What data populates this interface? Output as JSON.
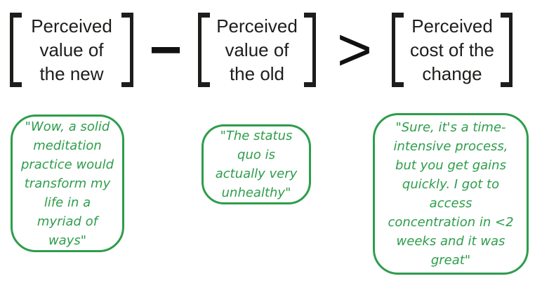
{
  "equation": {
    "terms": [
      {
        "text": "Perceived\nvalue of\nthe new"
      },
      {
        "text": "Perceived\nvalue of\nthe old"
      },
      {
        "text": "Perceived\ncost of the\nchange"
      }
    ],
    "minus_operator": "−",
    "greater_than_operator": ">"
  },
  "quotes": [
    {
      "text": "\"Wow, a solid\nmeditation\npractice would\ntransform my\nlife in a\nmyriad of\nways\""
    },
    {
      "text": "\"The status\nquo is\nactually very\nunhealthy\""
    },
    {
      "text": "\"Sure, it's a time-\nintensive process,\nbut you get gains\nquickly. I got to\naccess\nconcentration in <2\nweeks and it was\ngreat\""
    }
  ],
  "colors": {
    "equation_ink": "#1d1d1b",
    "quote_green": "#2e9d4b",
    "background": "#ffffff"
  }
}
